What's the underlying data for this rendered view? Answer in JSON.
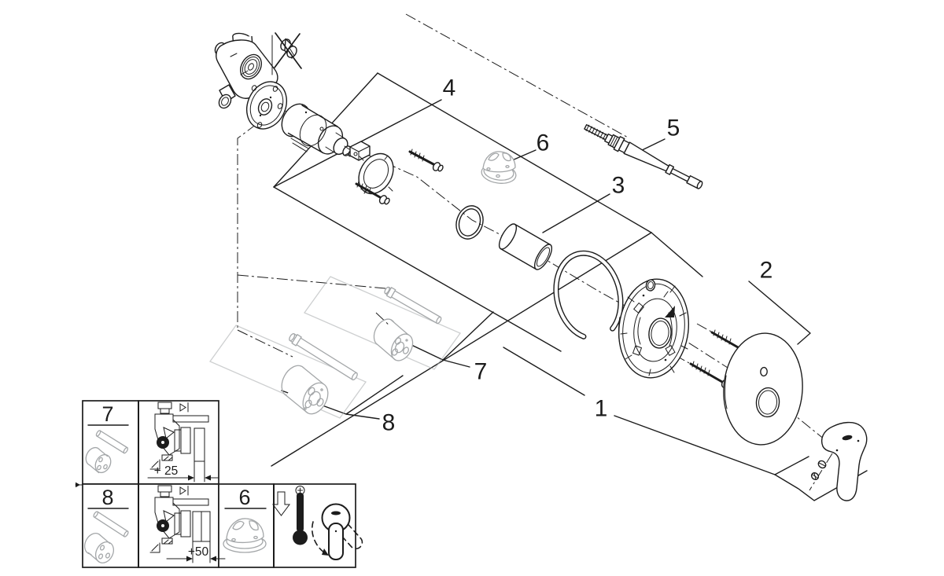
{
  "diagram": {
    "kind": "exploded-parts-diagram",
    "colors": {
      "line": "#1c1c1c",
      "accessory_gray": "#a4a7a9",
      "background": "#ffffff"
    },
    "callouts": [
      {
        "text": "1"
      },
      {
        "text": "2"
      },
      {
        "text": "3"
      },
      {
        "text": "4"
      },
      {
        "text": "5"
      },
      {
        "text": "6"
      },
      {
        "text": "7"
      },
      {
        "text": "8"
      }
    ],
    "insets": {
      "box7": {
        "ref": "7",
        "dimension": "+ 25"
      },
      "box8": {
        "ref": "8",
        "dimension": "+50"
      },
      "box6": {
        "ref": "6"
      }
    },
    "icons": [
      "crossed-plug-icon",
      "thermometer-icon",
      "down-arrow-icon",
      "handle-rotation-icon"
    ]
  }
}
